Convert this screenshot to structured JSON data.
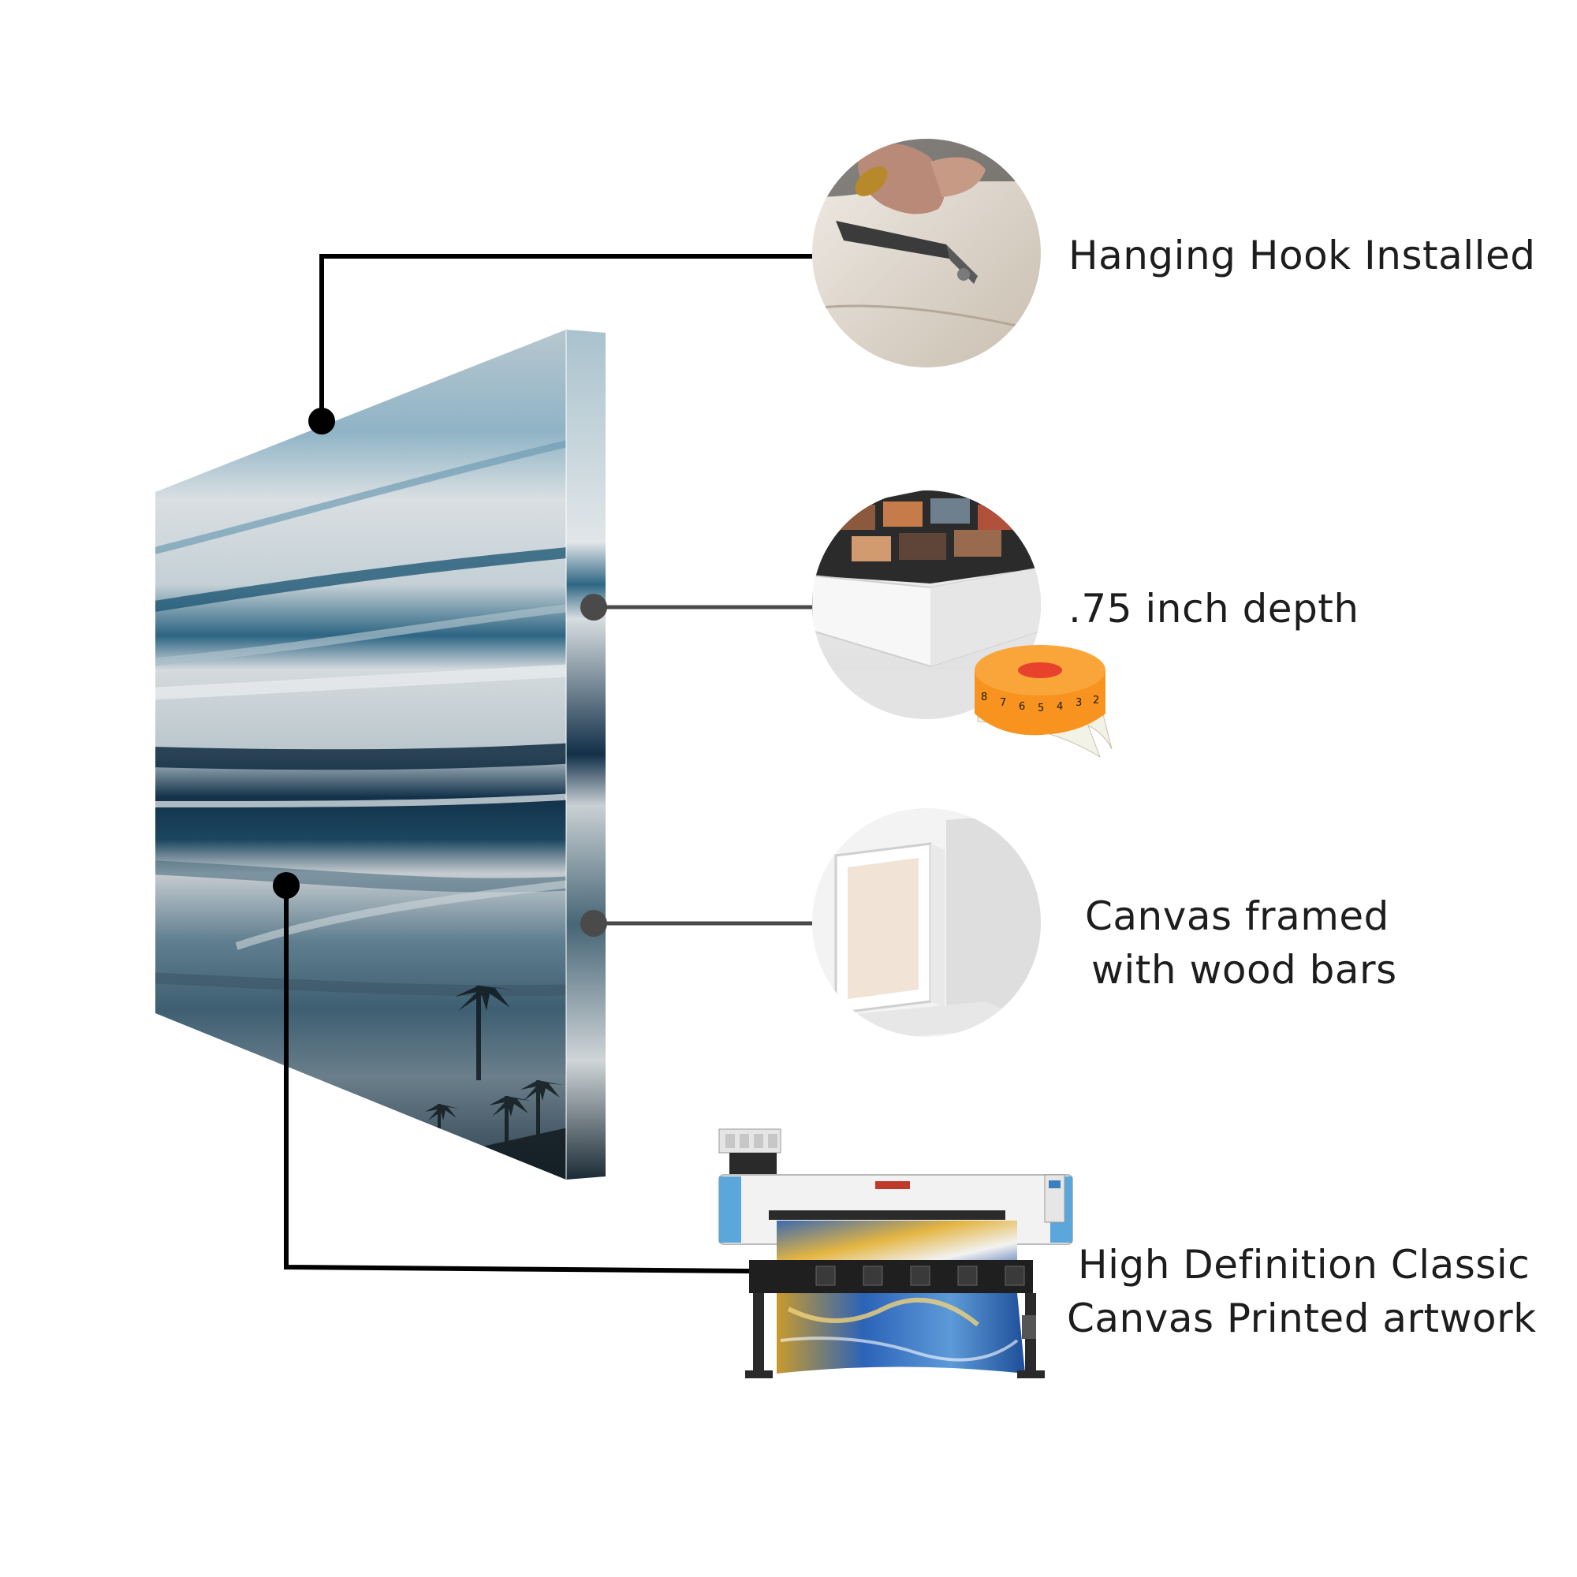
{
  "features": {
    "hook": {
      "label": "Hanging Hook Installed"
    },
    "depth": {
      "label": ".75 inch depth",
      "tape_marks": [
        "8",
        "7",
        "6",
        "5",
        "4",
        "3",
        "2"
      ]
    },
    "frame": {
      "line1": "Canvas framed",
      "line2": "with wood bars"
    },
    "print": {
      "line1": "High Definition Classic",
      "line2": "Canvas Printed artwork"
    }
  },
  "colors": {
    "connector_dark": "#000000",
    "connector_grey": "#4a4a4a",
    "canvas_dark": "#1f4a66",
    "canvas_light": "#c9d3d8",
    "tape_orange": "#f7931e",
    "tape_red": "#e8412c"
  }
}
